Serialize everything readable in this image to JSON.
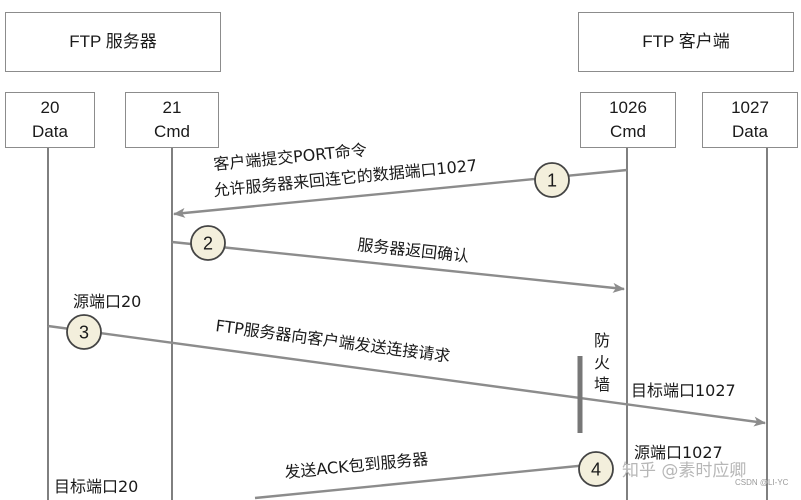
{
  "server": {
    "title": "FTP 服务器",
    "ports": [
      {
        "num": "20",
        "name": "Data"
      },
      {
        "num": "21",
        "name": "Cmd"
      }
    ]
  },
  "client": {
    "title": "FTP 客户端",
    "ports": [
      {
        "num": "1026",
        "name": "Cmd"
      },
      {
        "num": "1027",
        "name": "Data"
      }
    ]
  },
  "steps": [
    {
      "num": "1",
      "label_line1": "客户端提交PORT命令",
      "label_line2": "允许服务器来回连它的数据端口1027"
    },
    {
      "num": "2",
      "label": "服务器返回确认"
    },
    {
      "num": "3",
      "label": "FTP服务器向客户端发送连接请求",
      "src_port": "源端口20",
      "dst_port": "目标端口1027"
    },
    {
      "num": "4",
      "label": "发送ACK包到服务器",
      "src_port": "源端口1027",
      "dst_port": "目标端口20"
    }
  ],
  "firewall": {
    "chars": [
      "防",
      "火",
      "墙"
    ]
  },
  "watermark": {
    "main": "知乎 @素时应卿",
    "sub": "CSDN @LI-YC"
  }
}
